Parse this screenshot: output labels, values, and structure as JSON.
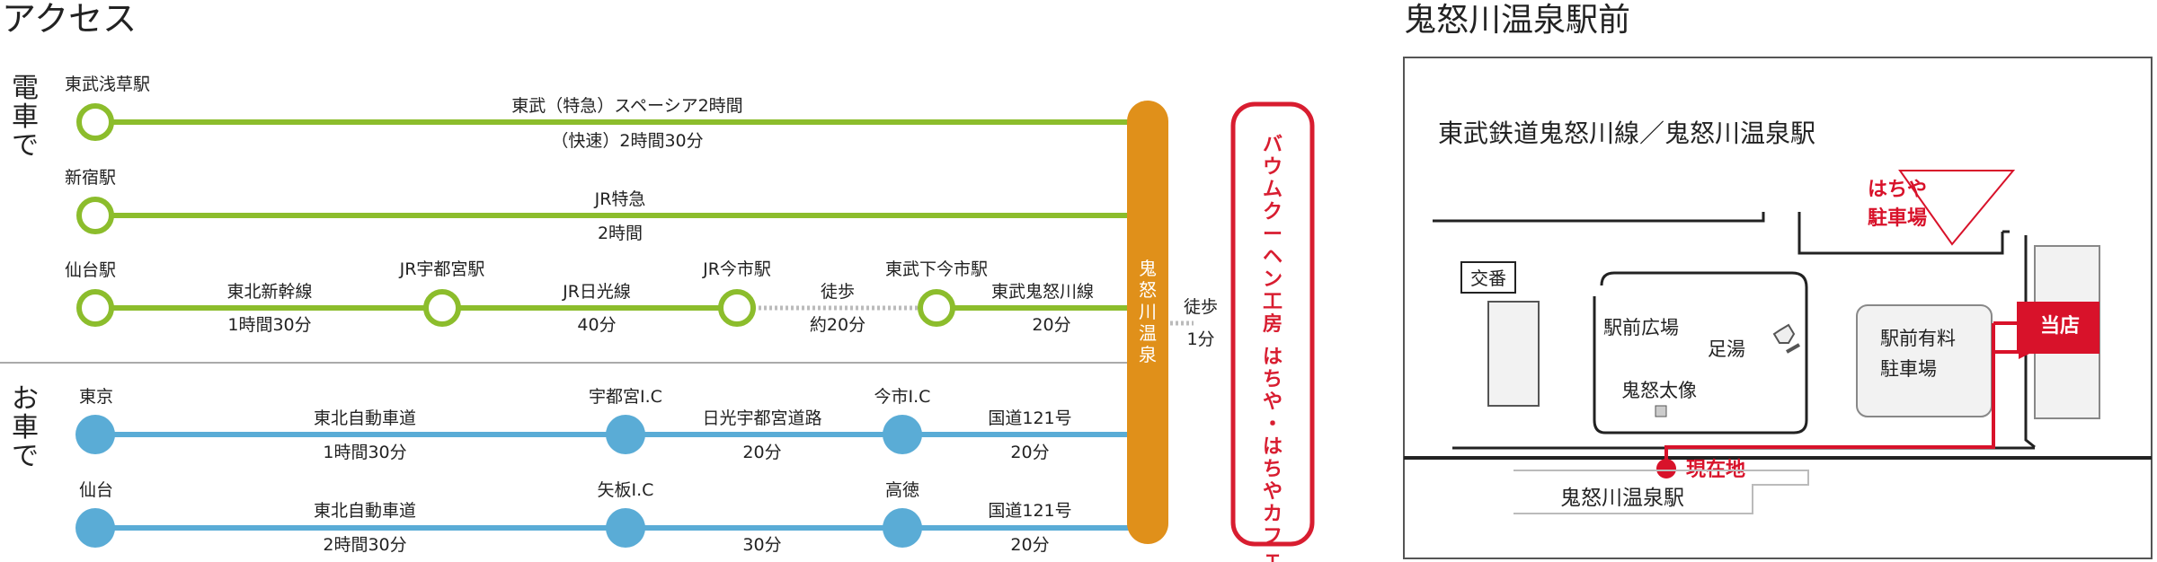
{
  "titles": {
    "access": "アクセス",
    "station_front": "鬼怒川温泉駅前"
  },
  "train": {
    "side_label": "電車で",
    "routes": [
      {
        "start": "東武浅草駅",
        "line1": "東武（特急）スペーシア2時間",
        "line2": "（快速）2時間30分"
      },
      {
        "start": "新宿駅",
        "line1": "JR特急",
        "line2": "2時間"
      },
      {
        "start": "仙台駅",
        "seg1": "東北新幹線",
        "seg1_time": "1時間30分",
        "stop1": "JR宇都宮駅",
        "seg2": "JR日光線",
        "seg2_time": "40分",
        "stop2": "JR今市駅",
        "walk": "徒歩",
        "walk_time": "約20分",
        "stop3": "東武下今市駅",
        "seg3": "東武鬼怒川線",
        "seg3_time": "20分"
      }
    ]
  },
  "car": {
    "side_label": "お車で",
    "routes": [
      {
        "start": "東京",
        "seg1": "東北自動車道",
        "seg1_time": "1時間30分",
        "stop1": "宇都宮I.C",
        "seg2": "日光宇都宮道路",
        "seg2_time": "20分",
        "stop2": "今市I.C",
        "seg3": "国道121号",
        "seg3_time": "20分"
      },
      {
        "start": "仙台",
        "seg1": "東北自動車道",
        "seg1_time": "2時間30分",
        "stop1": "矢板I.C",
        "seg2": "",
        "seg2_time": "30分",
        "stop2": "高徳",
        "seg3": "国道121号",
        "seg3_time": "20分"
      }
    ]
  },
  "terminal": {
    "station": "鬼怒川温泉",
    "walk": "徒歩",
    "walk_time": "1分"
  },
  "destination": {
    "name": "バウムクーヘン工房 はちや・はちやカフェ"
  },
  "map": {
    "heading": "東武鉄道鬼怒川線／鬼怒川温泉駅",
    "police_box": "交番",
    "plaza": "駅前広場",
    "foot_bath": "足湯",
    "statue": "鬼怒太像",
    "paid_parking": "駅前有料\n駐車場",
    "hachiya_parking": "はちや\n駐車場",
    "our_store": "当店",
    "current_location": "現在地",
    "station": "鬼怒川温泉駅"
  },
  "colors": {
    "train": "#8cbd2c",
    "car": "#5aacd6",
    "station_bar": "#e0901a",
    "destination": "#d81d30",
    "map_red": "#d8122a",
    "divider": "#aaaaaa"
  }
}
